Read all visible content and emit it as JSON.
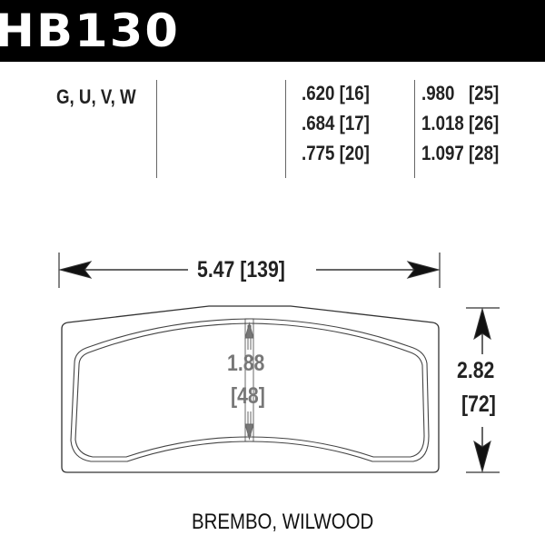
{
  "part_number": "HB130",
  "compounds": "G, U, V, W",
  "thickness_col1": [
    ".620 [16]",
    ".684 [17]",
    ".775 [20]"
  ],
  "thickness_col2": [
    ".980   [25]",
    "1.018 [26]",
    "1.097 [28]"
  ],
  "dimensions": {
    "width": "5.47 [139]",
    "height_in": "2.82",
    "height_mm": "[72]",
    "inner_height_in": "1.88",
    "inner_height_mm": "[48]"
  },
  "applications": "BREMBO, WILWOOD",
  "colors": {
    "banner": "#000000",
    "inner_dimension": "#777777"
  }
}
